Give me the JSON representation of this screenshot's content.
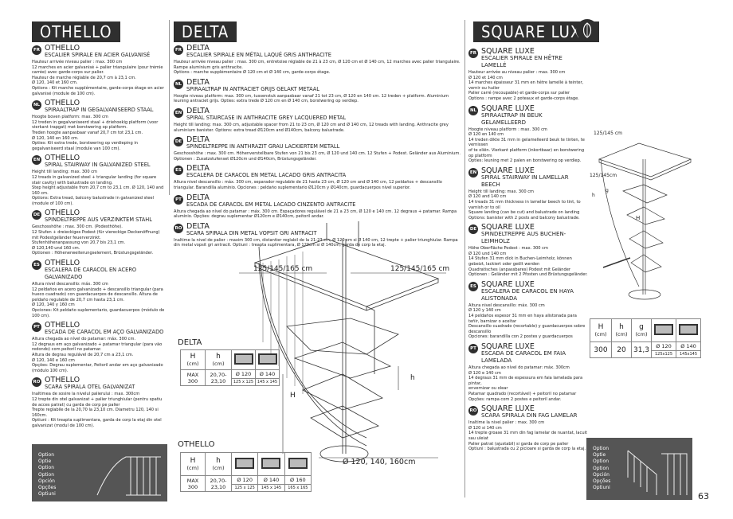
{
  "othello": {
    "banner": "OTHELLO",
    "entries": [
      {
        "code": "FR",
        "name": "OTHELLO",
        "sub": "ESCALIER SPIRALE EN ACIER GALVANISÉ",
        "body": [
          "Hauteur arrivée niveau palier : max. 300 cm",
          "12 marches en acier galvanisé + palier triangulaire (pour trémie carrée) avec garde-corps sur palier.",
          "Hauteur de marche réglable de 20,7 cm à 23,1 cm.",
          "Ø 120, 140 et 160 cm.",
          "Options : Kit marche supplémentaire, garde-corps étage en acier galvanisé (module de 100 cm)."
        ]
      },
      {
        "code": "NL",
        "name": "OTHELLO",
        "sub": "SPIRAALTRAP IN GEGALVANISEERD STAAL",
        "body": [
          "Hoogte boven platform: max. 300 cm",
          "12 treden in gegalvaniseerd staal + driehoekig platform (voor vierkant trapgat) met borstwering op platform.",
          "Treden hoogte aanpasbaar vanaf 20,7 cm tot 23,1 cm.",
          "Ø 120, 140 en 160 cm.",
          "Opties: Kit extra trede, borstwering op verdieping in gegalvaniseerd staal (module van 100 cm)."
        ]
      },
      {
        "code": "EN",
        "name": "OTHELLO",
        "sub": "SPIRAL STAIRWAY IN GALVANIZED STEEL",
        "body": [
          "Height till landing: max. 300 cm",
          "12 treads in galvanized steel + triangular landing (for square stair cavity) with balustrade on landing.",
          "Step height adjustable from 20,7 cm to 23,1 cm. Ø 120, 140 and 160 cm.",
          "Options: Extra tread, balcony balustrade in galvanized steel (module of 100 cm)."
        ]
      },
      {
        "code": "DE",
        "name": "OTHELLO",
        "sub": "SPINDELTREPPE AUS VERZINKTEM STAHL",
        "body": [
          "Geschosshöhe : max. 300 cm. (Podesthöhe).",
          "12 Stufen + dreieckiges Podest (für viereckige Deckenöffnung) mit Podestgeländer feuerverzinkt.",
          "Stufenhöhenanpassung von 20,7 bis 23,1 cm.",
          "Ø 120,140 und 160 cm.",
          "Optionen : Höhenerweiterungselement, Brüstungsgeländer."
        ]
      },
      {
        "code": "ES",
        "name": "OTHELLO",
        "sub": "ESCALERA DE CARACOL EN ACERO GALVANIZADO",
        "body": [
          "Altura nivel descansillo: máx. 300 cm",
          "12 peldaños en acero galvanizado + descansillo triangular (para hueco cuadrado) con guardacuerpos de descansillo. Altura de peldaño regulable de 20,7 cm hasta 23,1 cm.",
          "Ø 120, 140 y 160 cm",
          "Opciones: Kit peldaño suplementario, guardacuerpos (módulo de 100 cm)."
        ]
      },
      {
        "code": "PT",
        "name": "OTHELLO",
        "sub": "ESCADA DE CARACOL EM AÇO GALVANIZADO",
        "body": [
          "Altura chegada ao nível do patamar: máx. 300 cm.",
          "12 degraus em aço galvanizado + patamar triangular (para vão redondo) com peitoril no patamar.",
          "Altura de degrau regulável de 20,7 cm a 23,1 cm.",
          "Ø 120, 140 e 160 cm",
          "Opções: Degrau suplementar, Peitoril andar em aço galvanizado (módulo 100 cm)."
        ]
      },
      {
        "code": "RO",
        "name": "OTHELLO",
        "sub": "SCARA SPIRALA OTEL GALVANIZAT",
        "body": [
          "Inaltimea de sosire la nivelul palierului : max. 300cm",
          "12 trepte din otel galvanizat + palier triunghiular (pentru spatiu de acces patrat) cu garda de corp pe palier",
          "Trepte reglabile de la 20,70 la 23,10 cm. Diametru 120, 140 si 160cm.",
          "Optiuni : Kit treapta suplimentara, garda de corp la etaj din otel galvanizat (modul de 100 cm)."
        ]
      }
    ],
    "table": {
      "title": "OTHELLO",
      "h_label": "H",
      "h_unit": "(cm)",
      "hh_label": "h",
      "hh_unit": "(cm)",
      "H_val": "MAX 300",
      "h_val": "20,70-23,10",
      "diams": [
        "Ø 120",
        "Ø 140",
        "Ø 160"
      ],
      "sizes": [
        "125 x 125",
        "145 x 145",
        "165 x 165"
      ]
    }
  },
  "delta": {
    "banner": "DELTA",
    "entries": [
      {
        "code": "FR",
        "name": "DELTA",
        "sub": "ESCALIER SPIRALE EN MÉTAL LAQUÉ GRIS ANTHRACITE",
        "body": [
          "Hauteur arrivée niveau palier : max. 300 cm, entretoise réglable de 21 à 23 cm, Ø 120 cm et Ø 140 cm, 12 marches avec palier triangulaire. Rampe aluminium gris anthracite.",
          "Options : marche supplémentaire Ø 120 cm et Ø 140 cm, garde-corps étage."
        ]
      },
      {
        "code": "NL",
        "name": "DELTA",
        "sub": "SPIRAALTRAP IN ANTRACIET GRIJS GELAKT METAAL",
        "body": [
          "Hoogte niveau platform: max. 300 cm, tussenstuk aanpasbaar vanaf 21 tot 23 cm, Ø 120 en 140 cm. 12 treden + platform. Aluminium leuning antraciet grijs. Opties: extra trede Ø 120 cm en Ø 140 cm, borstwering op verdiep."
        ]
      },
      {
        "code": "EN",
        "name": "DELTA",
        "sub": "SPIRAL STAIRCASE IN ANTHRACITE GREY LACQUERED METAL",
        "body": [
          "Height till landing: max. 300 cm, adjustable spacer from 21 to 23 cm, Ø 120 cm and Ø 140 cm, 12 treads with landing. Anthracite grey aluminium banister. Options: extra tread Ø120cm and Ø140cm, balcony balustrade."
        ]
      },
      {
        "code": "DE",
        "name": "DELTA",
        "sub": "SPINDELTREPPE IN ANTHRAZIT GRAU LACKIERTEM METALL",
        "body": [
          "Geschosshöhe : max. 300 cm. Höhenverstellbare Stufen von 21 bis 23 cm, Ø 120 und 140 cm. 12 Stufen + Podest. Geländer aus Aluminium. Optionen : Zusatzstufenset Ø120cm und Ø140cm, Brüstungsgeländer."
        ]
      },
      {
        "code": "ES",
        "name": "DELTA",
        "sub": "ESCALERA DE CARACOL EN METAL LACADO GRIS ANTRACITA",
        "body": [
          "Altura nivel descansillo : máx. 300 cm, separador regulable de 21 hasta 23 cm, Ø 120 cm and Ø 140 cm, 12 peldaños + descansillo triangular. Barandilla aluminio. Opciones : peldaño suplementario Ø120cm y Ø140cm, guardacuerpos nivel superior."
        ]
      },
      {
        "code": "PT",
        "name": "DELTA",
        "sub": "ESCADA DE CARACOL EM METAL LACADO CINZENTO ANTRACITE",
        "body": [
          "Altura chegada ao nível do patamar : máx. 300 cm. Espaçadores regulável de 21 a 23 cm, Ø 120 e 140 cm. 12 degraus + patamar. Rampa alumínio. Opções: degrau suplementar Ø120cm e Ø140cm, peitoril andar."
        ]
      },
      {
        "code": "RO",
        "name": "DELTA",
        "sub": "SCARA SPIRALA DIN METAL VOPSIT GRI ANTRACIT",
        "body": [
          "Inaltime la nivel de palier : maxim 300 cm, distantier reglabil de la 21-23 cm, Ø 120 cm si Ø 140 cm, 12 trepte + palier triunghiular. Rampa din metal vopsit gri antracit. Optiuni : treapta suplimentara, Ø 120cm si Ø 140cm, garda de corp la etaj."
        ]
      }
    ],
    "table": {
      "title": "DELTA",
      "h_label": "H",
      "h_unit": "(cm)",
      "hh_label": "h",
      "hh_unit": "(cm)",
      "H_val": "MAX 300",
      "h_val": "20,70-23,10",
      "diams": [
        "Ø 120",
        "Ø 140"
      ],
      "sizes": [
        "125 x 125",
        "145 x 145"
      ]
    }
  },
  "square_luxe": {
    "banner": "SQUARE LUXE",
    "entries": [
      {
        "code": "FR",
        "name": "SQUARE LUXE",
        "sub": "ESCALIER SPIRALE EN HÊTRE LAMELLÉ",
        "body": [
          "Hauteur arrivée au niveau palier : max. 300 cm",
          "Ø 120 et 140 cm",
          "14 marches épaisseur 31 mm en hêtre lamellé à teinter, vernir ou huiler",
          "Palier carré (recoupable) et garde-corps sur palier",
          "Options : rampe avec 2 poteaux et garde-corps étage."
        ]
      },
      {
        "code": "NL",
        "name": "SQUARE LUXE",
        "sub": "SPIRAALTRAP IN BEUK GELAMELLEERD",
        "body": [
          "Hoogte niveau platform : max. 300 cm",
          "Ø 120 en 140 cm",
          "14 treden dikte 31 mm in gelamelleerd beuk te tinten, te vernissen",
          "of te oliën. Vierkant platform (inkortbaar) en borstwering op platform",
          "Opties: leuning met 2 palen en borstwering op verdiep."
        ]
      },
      {
        "code": "EN",
        "name": "SQUARE LUXE",
        "sub": "SPIRAL STAIRWAY IN LAMELLAR BEECH",
        "body": [
          "Height till landing: max. 300 cm",
          "Ø 120 and 140 cm",
          "14 treads 31 mm thickness in lamellar beech to tint, to varnish or to oil",
          "Square landing (can be cut) and balustrade on landing",
          "Options: banister with 2 posts and balcony balustrade."
        ]
      },
      {
        "code": "DE",
        "name": "SQUARE LUXE",
        "sub": "SPINDELTREPPE AUS BUCHEN-LEIMHOLZ",
        "body": [
          "Höhe Oberfläche Podest : max. 300 cm",
          "Ø 120 und 140 cm",
          "14 Stufen 31 mm dick in Buchen-Leimholz, können gebeizt, lackiert oder geölt werden",
          "Quadratisches (anpassbares) Podest mit Geländer",
          "Optionen : Geländer mit 2 Pfosten und Brüstungsgeländer."
        ]
      },
      {
        "code": "ES",
        "name": "SQUARE LUXE",
        "sub": "ESCALERA DE CARACOL EN HAYA ALISTONADA",
        "body": [
          "Altura nivel descansillo: máx. 300 cm",
          "Ø 120 y 140 cm",
          "14 peldaños espesor 31 mm en haya alistonada para teñir, barnizar o aceitar",
          "Descansillo cuadrado (recortable) y guardacuerpos sobre descansillo",
          "Opciones: barandilla con 2 postes y guardacuerpos"
        ]
      },
      {
        "code": "PT",
        "name": "SQUARE LUXE",
        "sub": "ESCADA DE CARACOL EM FAIA LAMELADA",
        "body": [
          "Altura chegada ao nível do patamar: máx. 300cm",
          "Ø 120 e 140 cm",
          "14 degraus 31 mm de espessura em faia lamelada para pintar,",
          "envernizar ou olear",
          "Patamar quadrado (recortável) + peitoril no patamar",
          "Opções: rampa com 2 postes e peitoril andar."
        ]
      },
      {
        "code": "RO",
        "name": "SQUARE LUXE",
        "sub": "SCARA SPIRALA DIN FAG LAMELAR",
        "body": [
          "Inaltime la nivel palier : max. 300 cm",
          "Ø 120 si 140 cm",
          "14 trepte groase 31 mm din fag lamelar de nuantat, lacuit sau uleiat",
          "Palier patrat (ajustabil) si garda de corp pe palier",
          "Optiuni : balustrada cu 2 picioare si garda de corp la etaj."
        ]
      }
    ],
    "table": {
      "H_label": "H",
      "H_unit": "(cm)",
      "h_label": "h",
      "h_unit": "(cm)",
      "g_label": "g",
      "g_unit": "(cm)",
      "H_val": "300",
      "h_val": "20",
      "g_val": "31,3",
      "diams": [
        "Ø 120",
        "Ø 140"
      ],
      "sizes": [
        "125x125",
        "145x145"
      ]
    },
    "dims": {
      "top": "125/145 cm",
      "side": "125/145cm",
      "h": "h",
      "g": "g",
      "H": "H"
    }
  },
  "drawing": {
    "dim_left": "125/145/165 cm",
    "dim_right": "125/145/165 cm",
    "diam": "Ø 120, 140, 160cm",
    "H": "H",
    "h": "h"
  },
  "options_left": [
    "Option",
    "Optie",
    "Option",
    "Option",
    "Opción",
    "Opções",
    "Optiuni"
  ],
  "options_right": [
    "Option",
    "Optie",
    "Option",
    "Option",
    "Opción",
    "Opções",
    "Optiuni"
  ],
  "page_number": "63"
}
